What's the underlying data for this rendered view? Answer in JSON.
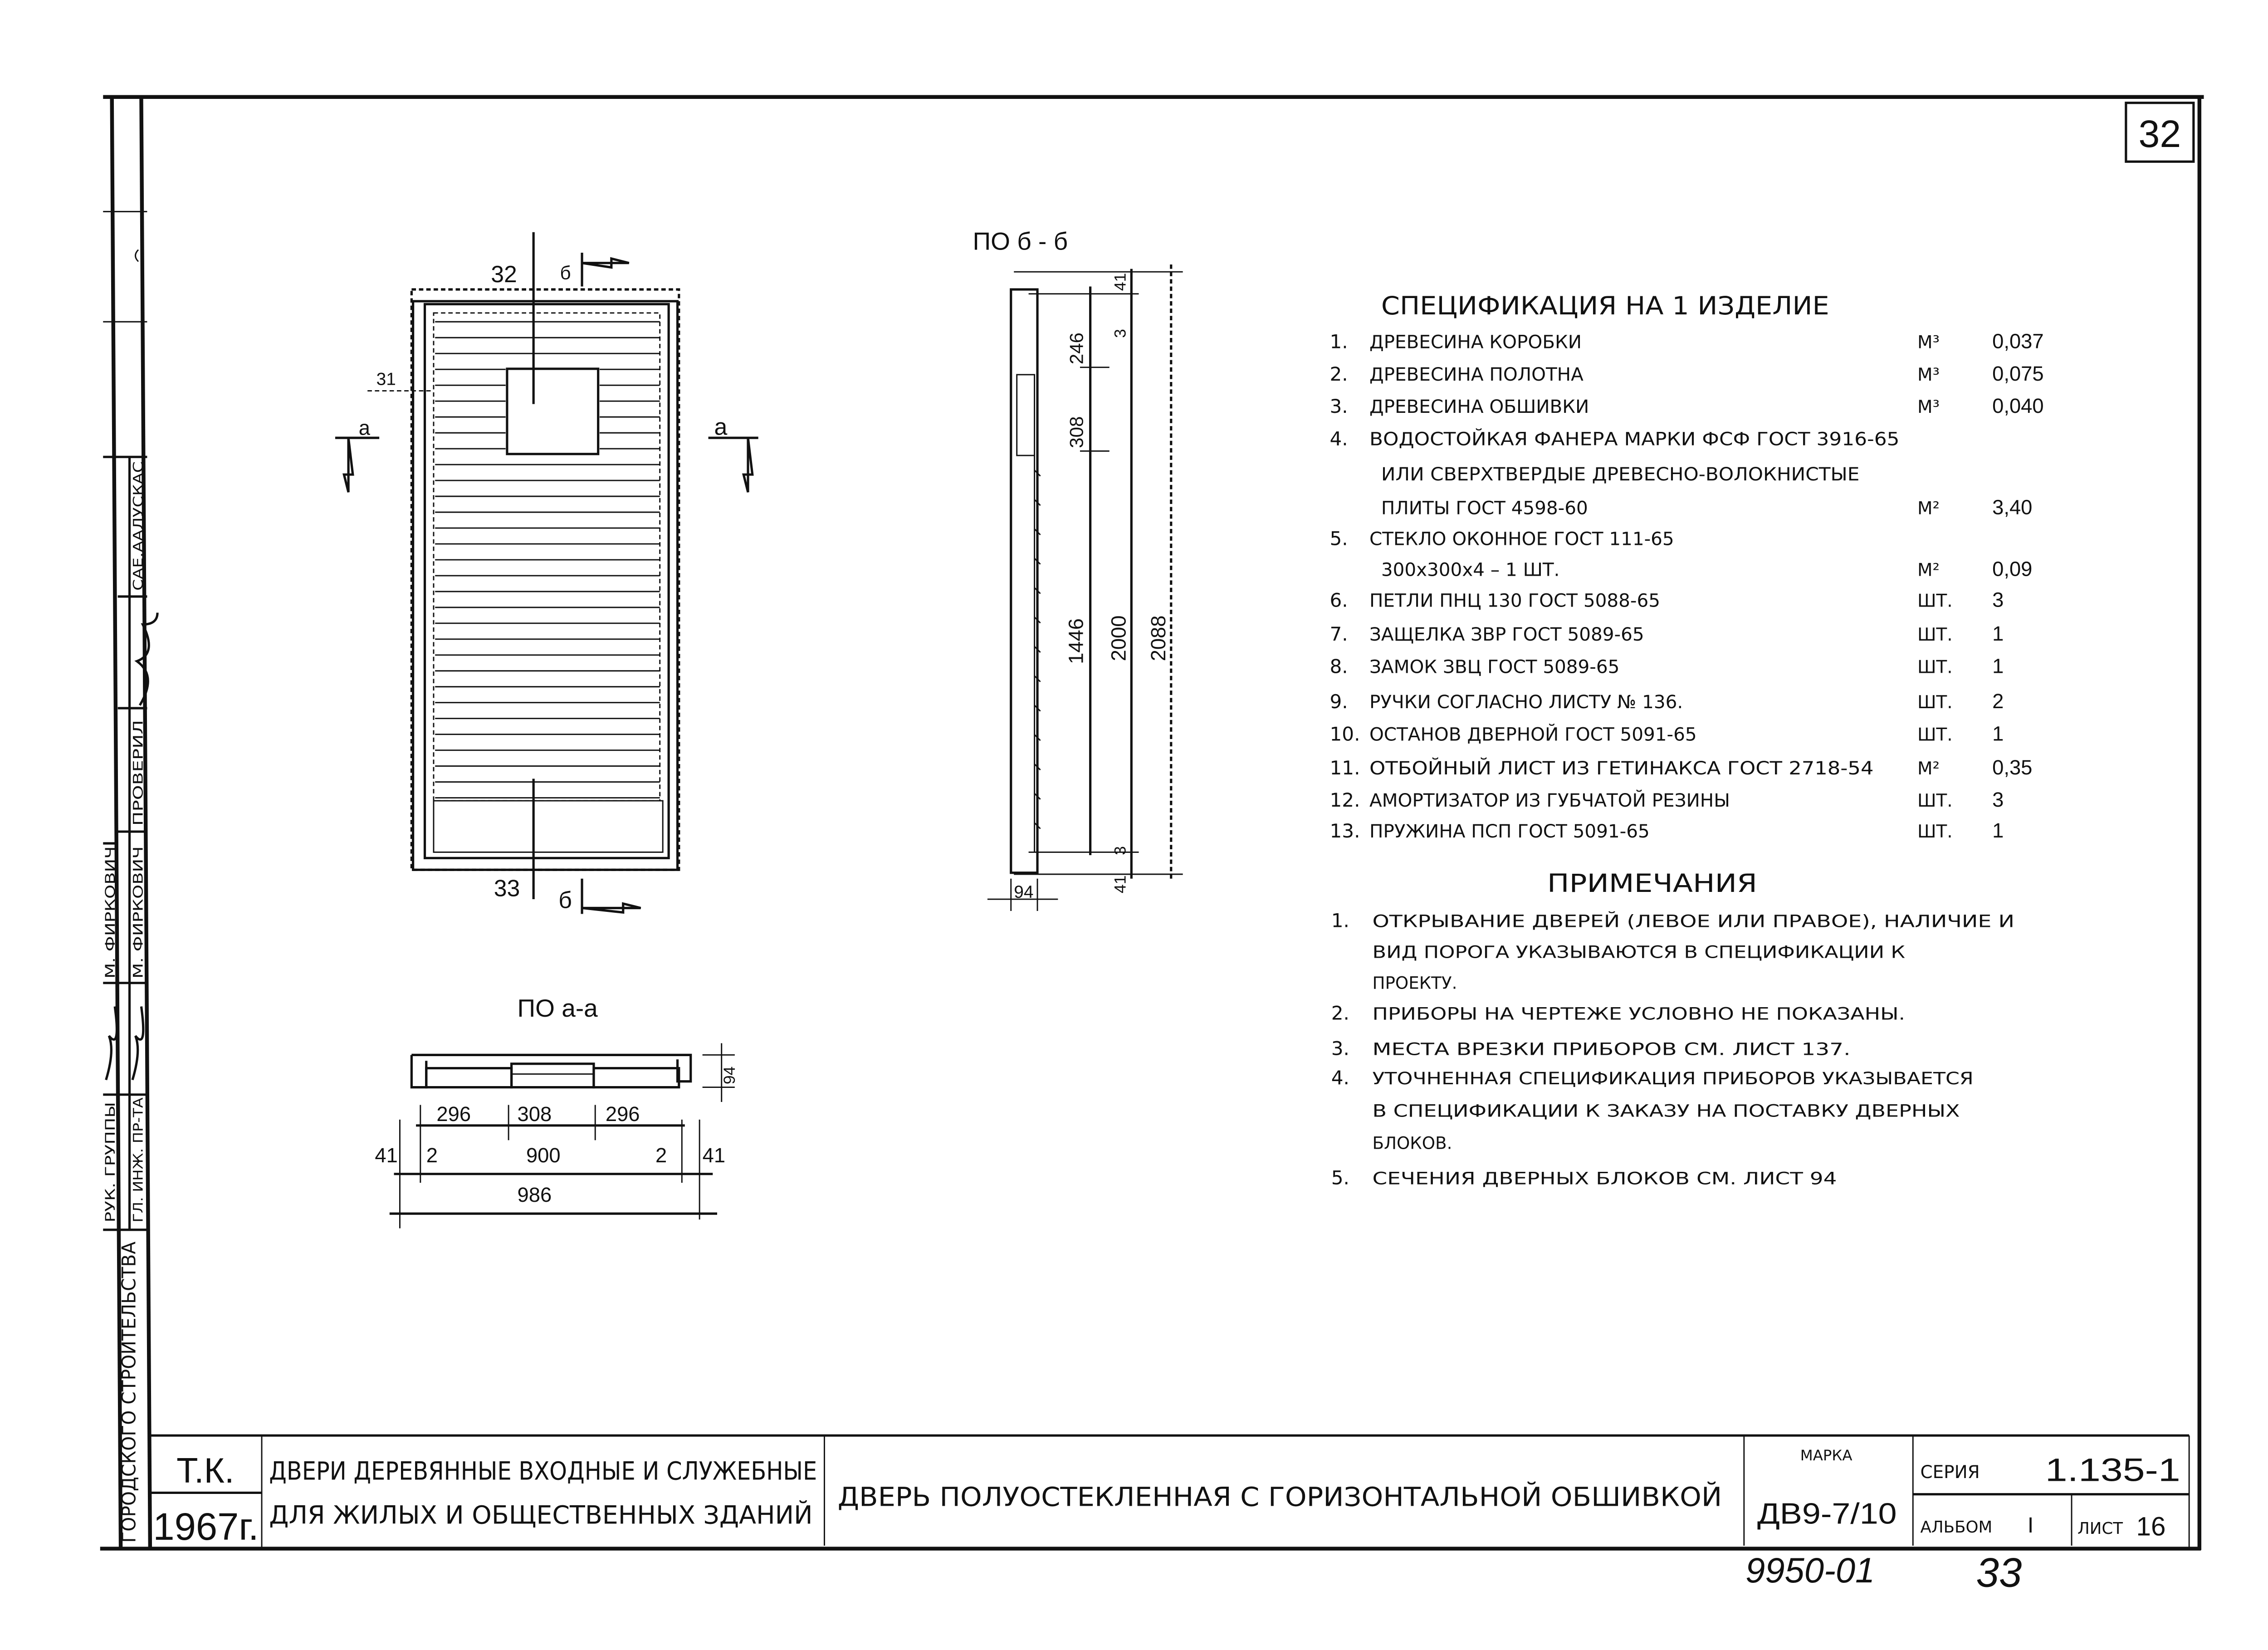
{
  "sheet": {
    "page_number": "32",
    "archive_number": "9950-01",
    "archive_page": "33"
  },
  "left_strip": {
    "organization": "ГОРОДСКОГО  СТРОИТЕЛЬСТВА",
    "role_group_lead": "РУК. ГРУППЫ",
    "role_chief_engineer": "ГЛ. ИНЖ. ПР-ТА",
    "name_1": "М. ФИРКОВИЧ",
    "name_2": "М. ФИРКОВИЧ",
    "role_checked": "ПРОВЕРИЛ",
    "name_3": "САЕ.ААЛУСКАС"
  },
  "front_view": {
    "label_top": "32",
    "label_bottom": "33",
    "label_window": "31",
    "section_b_top": "б",
    "section_b_bottom": "б",
    "section_a_left": "а",
    "section_a_right": "а"
  },
  "section_b": {
    "title": "ПО б - б",
    "dims": {
      "top_41": "41",
      "top_3": "3",
      "d246": "246",
      "d308": "308",
      "d1446": "1446",
      "d2000": "2000",
      "d2088": "2088",
      "bottom_3": "3",
      "bottom_41": "41",
      "thickness": "94"
    }
  },
  "section_a": {
    "title": "ПО а-а",
    "dims": {
      "left_296": "296",
      "mid_308": "308",
      "right_296": "296",
      "left_41": "41",
      "left_2": "2",
      "d900": "900",
      "right_2": "2",
      "right_41": "41",
      "d986": "986",
      "thickness": "94"
    }
  },
  "specification": {
    "title": "СПЕЦИФИКАЦИЯ НА 1 ИЗДЕЛИЕ",
    "rows": [
      {
        "num": "1.",
        "text": "ДРЕВЕСИНА КОРОБКИ",
        "unit": "М³",
        "value": "0,037"
      },
      {
        "num": "2.",
        "text": "ДРЕВЕСИНА ПОЛОТНА",
        "unit": "М³",
        "value": "0,075"
      },
      {
        "num": "3.",
        "text": "ДРЕВЕСИНА ОБШИВКИ",
        "unit": "М³",
        "value": "0,040"
      },
      {
        "num": "4.",
        "text": "ВОДОСТОЙКАЯ ФАНЕРА МАРКИ ФСФ ГОСТ 3916-65",
        "unit": "",
        "value": ""
      },
      {
        "num": "",
        "text": "ИЛИ СВЕРХТВЕРДЫЕ ДРЕВЕСНО-ВОЛОКНИСТЫЕ",
        "unit": "",
        "value": ""
      },
      {
        "num": "",
        "text": "ПЛИТЫ ГОСТ 4598-60",
        "unit": "М²",
        "value": "3,40"
      },
      {
        "num": "5.",
        "text": "СТЕКЛО ОКОННОЕ ГОСТ 111-65",
        "unit": "",
        "value": ""
      },
      {
        "num": "",
        "text": "300х300х4 – 1 ШТ.",
        "unit": "М²",
        "value": "0,09"
      },
      {
        "num": "6.",
        "text": "ПЕТЛИ ПНЦ 130 ГОСТ 5088-65",
        "unit": "ШТ.",
        "value": "3"
      },
      {
        "num": "7.",
        "text": "ЗАЩЕЛКА ЗВР ГОСТ 5089-65",
        "unit": "ШТ.",
        "value": "1"
      },
      {
        "num": "8.",
        "text": "ЗАМОК ЗВЦ ГОСТ 5089-65",
        "unit": "ШТ.",
        "value": "1"
      },
      {
        "num": "9.",
        "text": "РУЧКИ СОГЛАСНО ЛИСТУ № 136.",
        "unit": "ШТ.",
        "value": "2"
      },
      {
        "num": "10.",
        "text": "ОСТАНОВ ДВЕРНОЙ ГОСТ 5091-65",
        "unit": "ШТ.",
        "value": "1"
      },
      {
        "num": "11.",
        "text": "ОТБОЙНЫЙ ЛИСТ ИЗ ГЕТИНАКСА ГОСТ 2718-54",
        "unit": "М²",
        "value": "0,35"
      },
      {
        "num": "12.",
        "text": "АМОРТИЗАТОР ИЗ ГУБЧАТОЙ РЕЗИНЫ",
        "unit": "ШТ.",
        "value": "3"
      },
      {
        "num": "13.",
        "text": "ПРУЖИНА ПСП ГОСТ 5091-65",
        "unit": "ШТ.",
        "value": "1"
      }
    ]
  },
  "notes": {
    "title": "ПРИМЕЧАНИЯ",
    "lines": [
      {
        "num": "1.",
        "text": "ОТКРЫВАНИЕ ДВЕРЕЙ (ЛЕВОЕ ИЛИ ПРАВОЕ), НАЛИЧИЕ И"
      },
      {
        "num": "",
        "text": "ВИД ПОРОГА УКАЗЫВАЮТСЯ В СПЕЦИФИКАЦИИ К"
      },
      {
        "num": "",
        "text": "ПРОЕКТУ."
      },
      {
        "num": "2.",
        "text": "ПРИБОРЫ НА ЧЕРТЕЖЕ УСЛОВНО НЕ ПОКАЗАНЫ."
      },
      {
        "num": "3.",
        "text": "МЕСТА ВРЕЗКИ ПРИБОРОВ СМ. ЛИСТ 137."
      },
      {
        "num": "4.",
        "text": "УТОЧНЕННАЯ СПЕЦИФИКАЦИЯ ПРИБОРОВ УКАЗЫВАЕТСЯ"
      },
      {
        "num": "",
        "text": "В СПЕЦИФИКАЦИИ К ЗАКАЗУ НА ПОСТАВКУ ДВЕРНЫХ"
      },
      {
        "num": "",
        "text": "БЛОКОВ."
      },
      {
        "num": "5.",
        "text": "СЕЧЕНИЯ ДВЕРНЫХ БЛОКОВ СМ. ЛИСТ 94"
      }
    ]
  },
  "title_block": {
    "org_short": "Т.К.",
    "year": "1967г.",
    "series_title_line1": "ДВЕРИ ДЕРЕВЯННЫЕ ВХОДНЫЕ И СЛУЖЕБНЫЕ",
    "series_title_line2": "ДЛЯ ЖИЛЫХ И ОБЩЕСТВЕННЫХ ЗДАНИЙ",
    "sheet_title": "ДВЕРЬ ПОЛУОСТЕКЛЕННАЯ С ГОРИЗОНТАЛЬНОЙ ОБШИВКОЙ",
    "mark_label": "МАРКА",
    "mark_value": "ДВ9-7/10",
    "series_label": "СЕРИЯ",
    "series_value": "1.135-1",
    "album_label": "АЛЬБОМ",
    "album_value": "I",
    "sheet_label": "ЛИСТ",
    "sheet_value": "16"
  }
}
